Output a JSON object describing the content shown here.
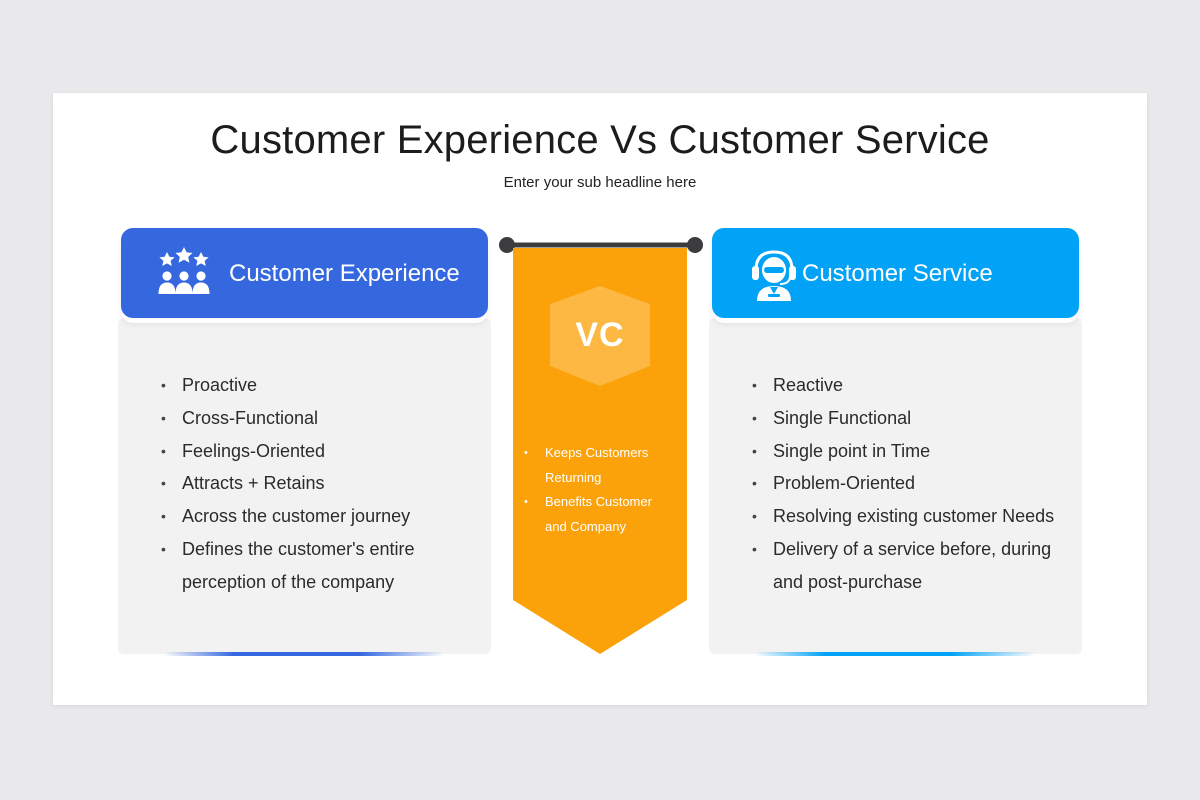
{
  "slide": {
    "title": "Customer Experience Vs Customer Service",
    "subtitle": "Enter your sub headline here"
  },
  "left_card": {
    "heading": "Customer Experience",
    "icon": "team-rating-icon",
    "color": "#3568df",
    "points": [
      "Proactive",
      "Cross-Functional",
      "Feelings-Oriented",
      "Attracts + Retains",
      "Across the customer journey",
      "Defines the customer's entire",
      "perception of the company"
    ]
  },
  "center_banner": {
    "badge": "VC",
    "color": "#fba20a",
    "points": [
      "Keeps Customers",
      "Returning",
      "Benefits Customer",
      "and Company"
    ]
  },
  "right_card": {
    "heading": "Customer Service",
    "icon": "support-agent-icon",
    "color": "#02a3f6",
    "points": [
      "Reactive",
      "Single Functional",
      "Single point in Time",
      "Problem-Oriented",
      "Resolving existing customer Needs",
      "Delivery of a service before, during",
      "and post-purchase"
    ]
  }
}
